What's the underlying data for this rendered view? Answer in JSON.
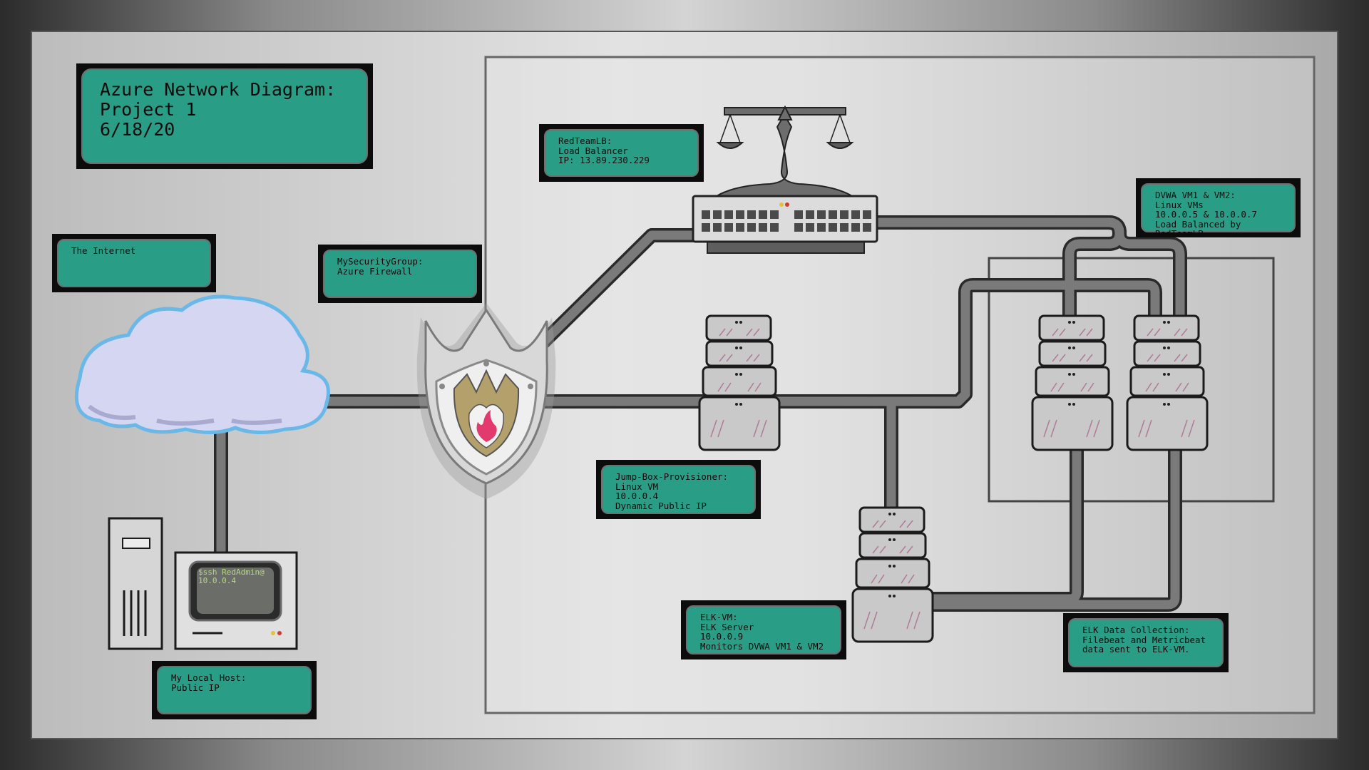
{
  "diagram": {
    "title": "Azure Network Diagram:\nProject 1\n6/18/20",
    "nodes": {
      "internet": {
        "label": "The Internet"
      },
      "security_group": {
        "label": "MySecurityGroup:\nAzure Firewall"
      },
      "load_balancer": {
        "label": "RedTeamLB:\nLoad Balancer\nIP: 13.89.230.229"
      },
      "dvwa": {
        "label": "DVWA VM1 & VM2:\nLinux VMs\n10.0.0.5 & 10.0.0.7\nLoad Balanced by RedTeamLB"
      },
      "jump_box": {
        "label": "Jump-Box-Provisioner:\nLinux VM\n10.0.0.4\nDynamic Public IP"
      },
      "elk": {
        "label": "ELK-VM:\nELK Server\n10.0.0.9\nMonitors DVWA VM1 & VM2"
      },
      "elk_collection": {
        "label": "ELK Data Collection:\nFilebeat and Metricbeat\ndata sent to ELK-VM."
      },
      "local_host": {
        "label": "My Local Host:\nPublic IP",
        "screen_text": "$ssh RedAdmin@\n10.0.0.4"
      }
    },
    "icons": {
      "cloud": "cloud-icon",
      "firewall": "shield-flame-icon",
      "load_balancer": "scales-switch-icon",
      "server": "server-stack-icon",
      "computer": "desktop-computer-icon"
    },
    "colors": {
      "label_fill": "#2a9d86",
      "pipe": "#5a5a5a",
      "cloud_fill": "#d4d6f2",
      "cloud_outline": "#6ab8e8",
      "flame": "#e23a6e",
      "shield_inner": "#b4a06a"
    }
  }
}
